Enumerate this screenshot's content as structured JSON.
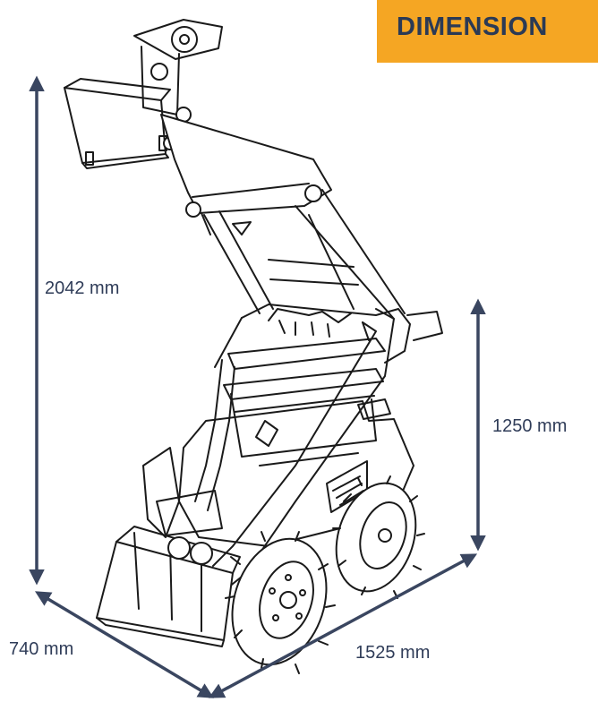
{
  "banner": {
    "title": "DIMENSION"
  },
  "dimensions": {
    "height": "2042 mm",
    "lift_height": "1250 mm",
    "width": "740 mm",
    "length": "1525 mm"
  },
  "colors": {
    "banner_bg": "#f5a623",
    "banner_text": "#2b3a55",
    "dimension_line": "#3a4660",
    "drawing_ink": "#1a1a1a"
  },
  "illustration": {
    "subject": "mini-skid-steer-loader"
  }
}
